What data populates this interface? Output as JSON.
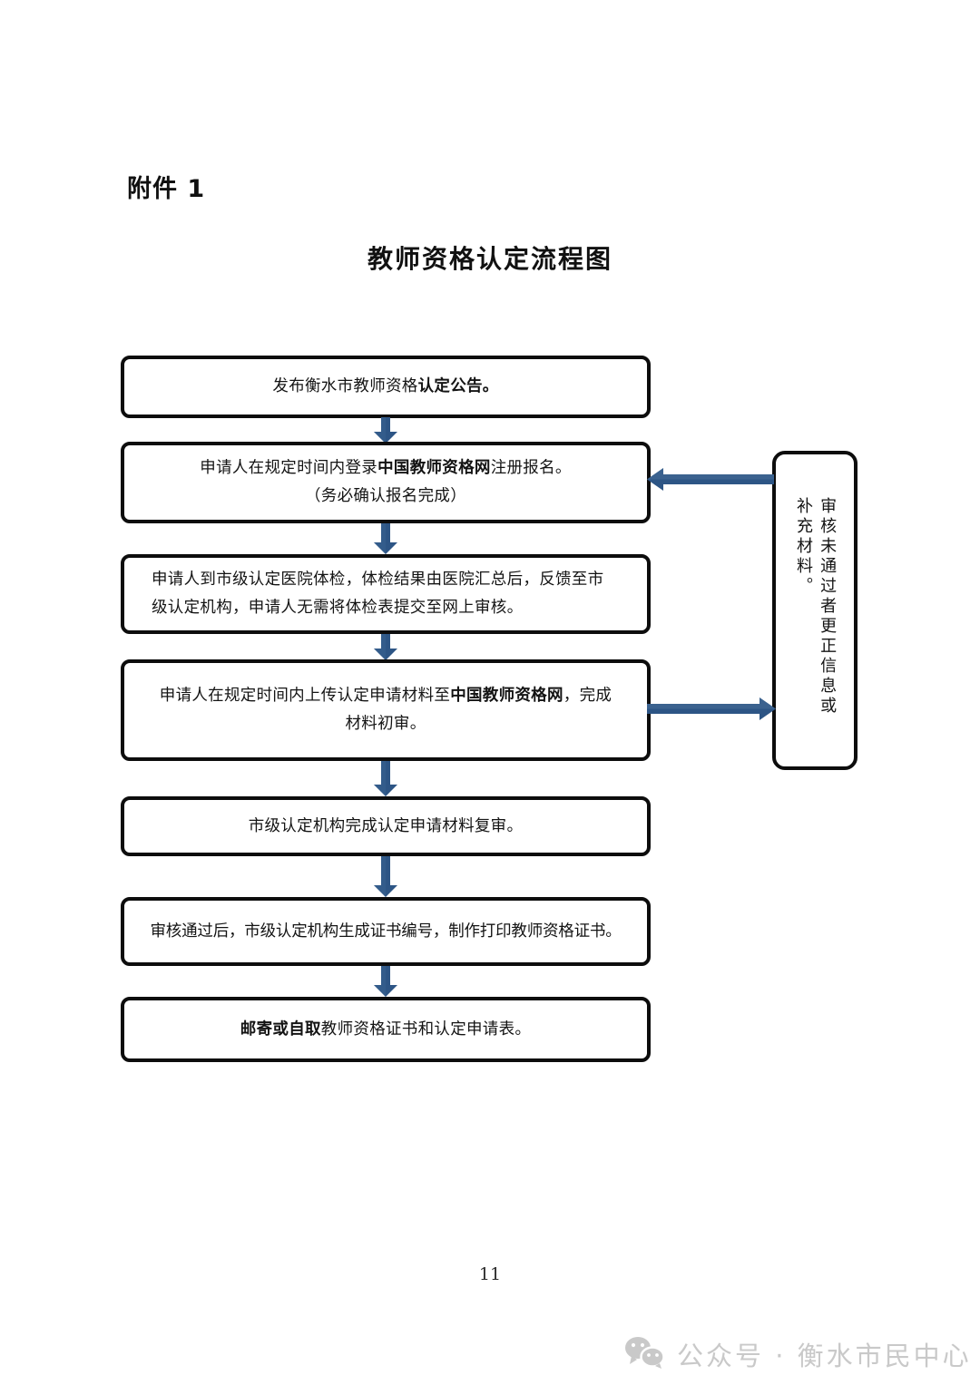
{
  "document": {
    "attachment_label": "附件 1",
    "title": "教师资格认定流程图",
    "page_number": "11"
  },
  "flowchart": {
    "accent_color": "#2d5585",
    "box_border_color": "#0d0d0d",
    "steps": [
      {
        "id": "step-1",
        "text": "发布衡水市教师资格认定公告。",
        "plain_prefix": "发布衡水市教师资格",
        "bold_part": "认定公告。",
        "plain_suffix": ""
      },
      {
        "id": "step-2",
        "text": "申请人在规定时间内登录中国教师资格网注册报名。（务必确认报名完成）",
        "line1_prefix": "申请人在规定时间内登录",
        "line1_bold": "中国教师资格网",
        "line1_suffix": "注册报名。",
        "line2": "（务必确认报名完成）"
      },
      {
        "id": "step-3",
        "text": "申请人到市级认定医院体检，体检结果由医院汇总后，反馈至市级认定机构，申请人无需将体检表提交至网上审核。",
        "line1": "申请人到市级认定医院体检，体检结果由医院汇总后，反馈至市",
        "line2": "级认定机构，申请人无需将体检表提交至网上审核。"
      },
      {
        "id": "step-4",
        "text": "申请人在规定时间内上传认定申请材料至中国教师资格网，完成材料初审。",
        "line1_prefix": "申请人在规定时间内上传认定申请材料至",
        "line1_bold": "中国教师资格网",
        "line1_suffix": "，完成",
        "line2": "材料初审。"
      },
      {
        "id": "step-5",
        "text": "市级认定机构完成认定申请材料复审。"
      },
      {
        "id": "step-6",
        "text": "审核通过后，市级认定机构生成证书编号，制作打印教师资格证书。"
      },
      {
        "id": "step-7",
        "text": "邮寄或自取教师资格证书和认定申请表。",
        "bold_part": "邮寄或自取",
        "plain_suffix": "教师资格证书和认定申请表。"
      }
    ],
    "side_note": {
      "id": "rework-note",
      "text": "审核未通过者更正信息或补充材料。"
    }
  },
  "watermark": {
    "icon": "wechat-icon",
    "text": "公众号 · 衡水市民中心"
  }
}
